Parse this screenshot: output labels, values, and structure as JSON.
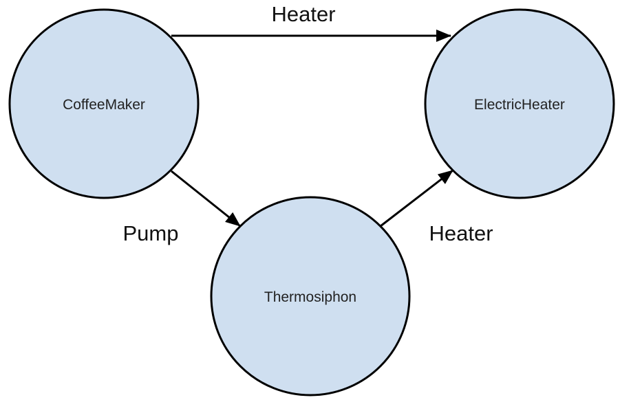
{
  "colors": {
    "node_fill": "#cfdff0",
    "stroke": "#000000"
  },
  "nodes": {
    "coffeemaker": {
      "label": "CoffeeMaker"
    },
    "electricheater": {
      "label": "ElectricHeater"
    },
    "thermosiphon": {
      "label": "Thermosiphon"
    }
  },
  "edges": [
    {
      "from": "CoffeeMaker",
      "to": "ElectricHeater",
      "label": "Heater"
    },
    {
      "from": "CoffeeMaker",
      "to": "Thermosiphon",
      "label": "Pump"
    },
    {
      "from": "Thermosiphon",
      "to": "ElectricHeater",
      "label": "Heater"
    }
  ]
}
